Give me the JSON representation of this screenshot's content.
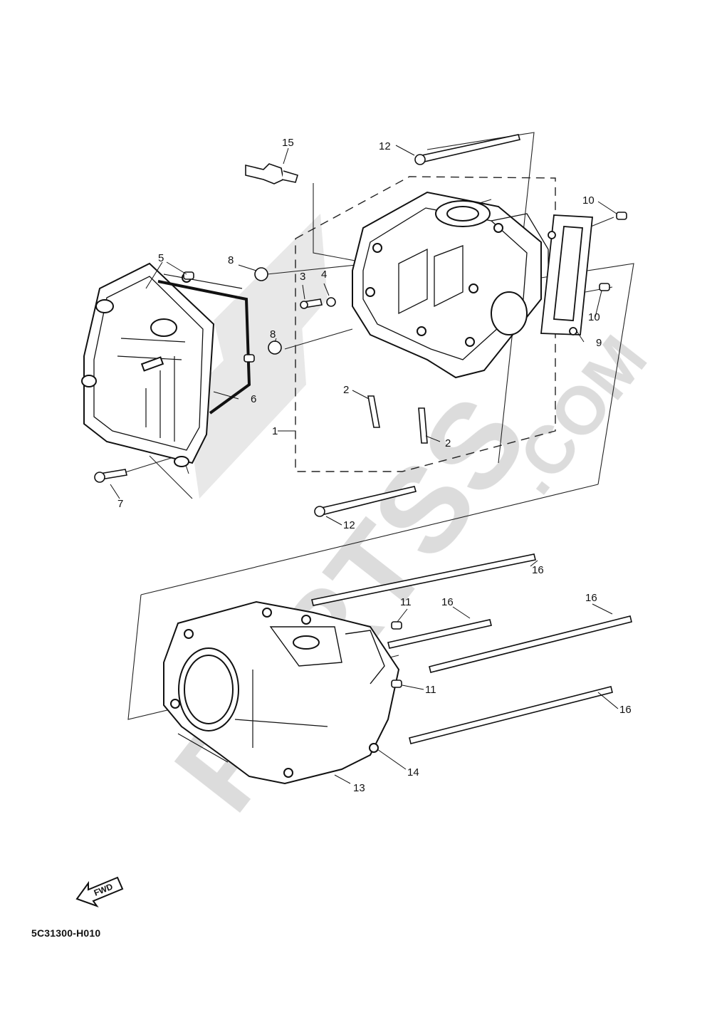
{
  "watermark": {
    "text": "PARTSS",
    "suffix": ".COM"
  },
  "callouts": [
    "1",
    "2",
    "2",
    "3",
    "4",
    "5",
    "6",
    "7",
    "8",
    "8",
    "9",
    "10",
    "10",
    "11",
    "11",
    "12",
    "12",
    "13",
    "14",
    "15",
    "16",
    "16",
    "16",
    "16"
  ],
  "fwd_label": "FWD",
  "diagram_code": "5C31300-H010"
}
